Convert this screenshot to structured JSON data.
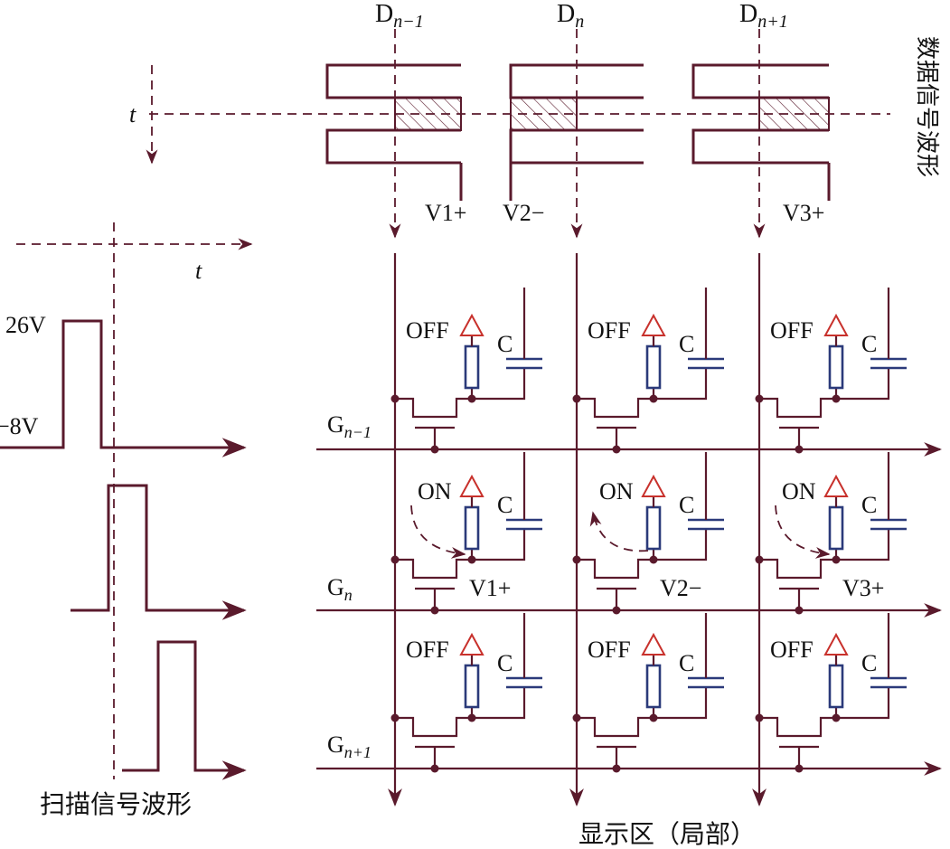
{
  "data_columns": [
    {
      "label_main": "D",
      "label_sub": "n−1",
      "voltage": "V1+"
    },
    {
      "label_main": "D",
      "label_sub": "n",
      "voltage": "V2−"
    },
    {
      "label_main": "D",
      "label_sub": "n+1",
      "voltage": "V3+"
    }
  ],
  "gate_rows": [
    {
      "label_main": "G",
      "label_sub": "n−1",
      "state": "OFF"
    },
    {
      "label_main": "G",
      "label_sub": "n",
      "state": "ON"
    },
    {
      "label_main": "G",
      "label_sub": "n+1",
      "state": "OFF"
    }
  ],
  "capacitor_label": "C",
  "time_label": "t",
  "scan_high_voltage": "26V",
  "scan_low_voltage": "−8V",
  "titles": {
    "data_waveform": "数据信号波形",
    "scan_waveform": "扫描信号波形",
    "display_area": "显示区（局部）"
  },
  "colors": {
    "wire": "#5a1a2c",
    "pixel_component": "#2b3a7a",
    "pixel_electrode": "#c8312c"
  }
}
